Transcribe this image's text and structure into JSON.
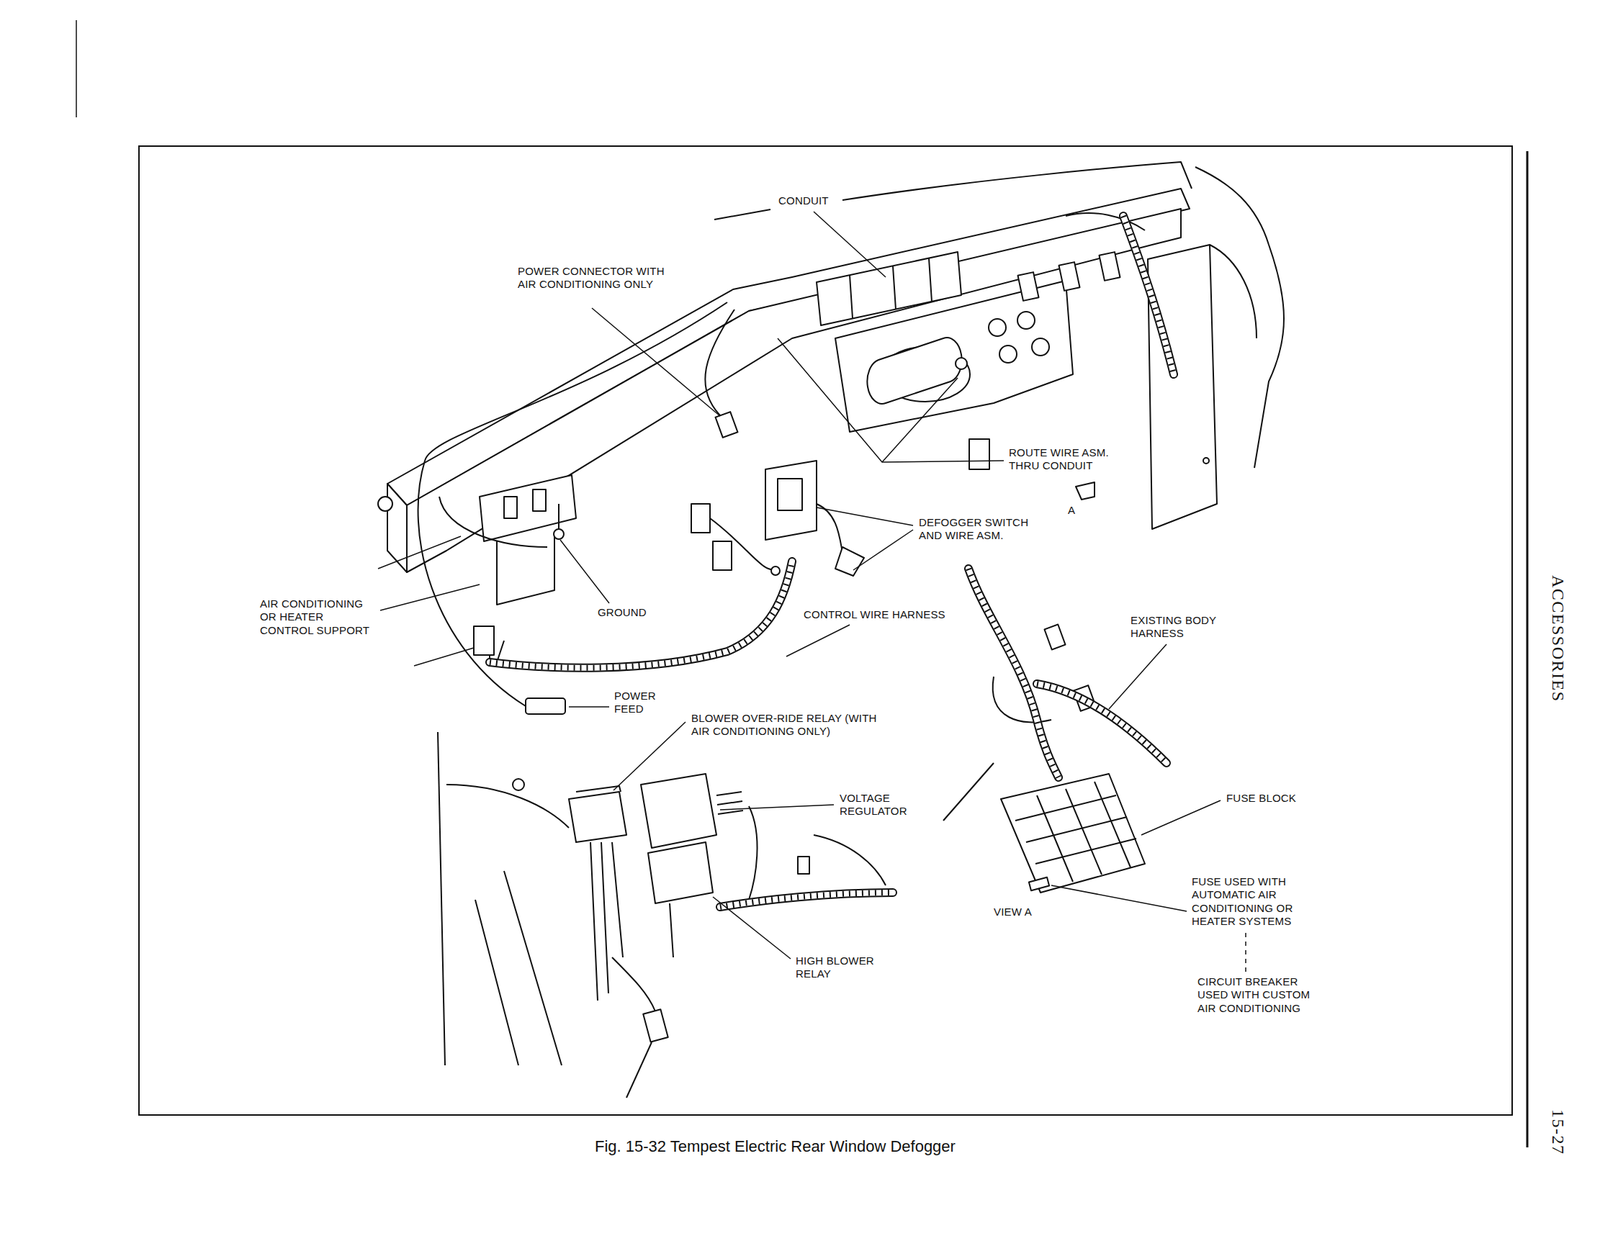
{
  "diagram": {
    "caption": "Fig. 15-32 Tempest Electric Rear Window Defogger",
    "labels": [
      "CONDUIT",
      "POWER CONNECTOR WITH AIR CONDITIONING ONLY",
      "ROUTE WIRE ASM. THRU CONDUIT",
      "DEFOGGER SWITCH AND WIRE ASM.",
      "A",
      "AIR CONDITIONING OR HEATER CONTROL SUPPORT",
      "GROUND",
      "CONTROL WIRE HARNESS",
      "EXISTING BODY HARNESS",
      "POWER FEED",
      "BLOWER OVER-RIDE RELAY (WITH AIR CONDITIONING ONLY)",
      "VOLTAGE REGULATOR",
      "FUSE BLOCK",
      "FUSE USED WITH AUTOMATIC AIR CONDITIONING OR HEATER SYSTEMS",
      "CIRCUIT BREAKER USED WITH CUSTOM AIR CONDITIONING",
      "VIEW A",
      "HIGH BLOWER RELAY",
      "ACCESSORIES",
      "15-27"
    ]
  }
}
